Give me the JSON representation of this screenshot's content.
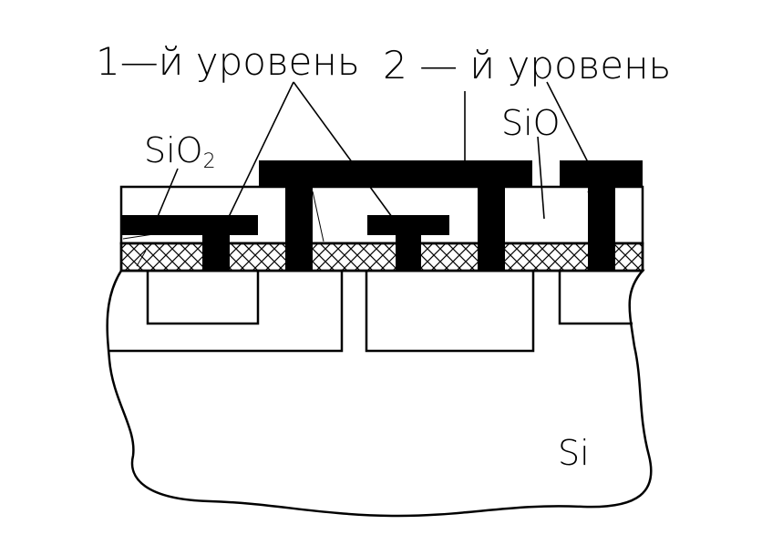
{
  "labels": {
    "level1": "1—й  уровень",
    "level2": "2  — й уровень",
    "sio2_main": "SiO",
    "sio2_sub": "2",
    "sio": "SiO",
    "si": "Si"
  },
  "colors": {
    "ink": "#000000",
    "background": "#ffffff"
  }
}
